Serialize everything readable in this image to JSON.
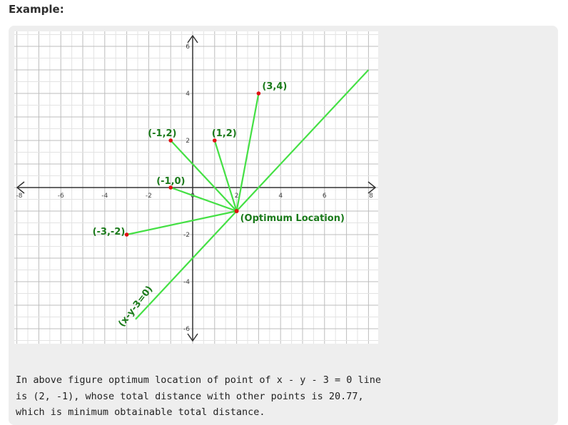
{
  "heading": "Example:",
  "chart_data": {
    "type": "scatter",
    "xlim": [
      -8,
      8
    ],
    "ylim": [
      -6.5,
      6.5
    ],
    "grid": true,
    "x_ticks": [
      "-8",
      "-6",
      "-4",
      "-2",
      "0",
      "2",
      "4",
      "6",
      "8"
    ],
    "y_ticks": [
      "6",
      "4",
      "2",
      "-2",
      "-4",
      "-6"
    ],
    "points": [
      {
        "x": 3,
        "y": 4,
        "label": "(3,4)"
      },
      {
        "x": -1,
        "y": 2,
        "label": "(-1,2)"
      },
      {
        "x": 1,
        "y": 2,
        "label": "(1,2)"
      },
      {
        "x": -1,
        "y": 0,
        "label": "(-1,0)"
      },
      {
        "x": -3,
        "y": -2,
        "label": "(-3,-2)"
      }
    ],
    "optimum": {
      "x": 2,
      "y": -1,
      "label": "(Optimum Location)"
    },
    "line": {
      "label": "(x-y-3=0)",
      "slope": 1,
      "intercept": -3
    },
    "colors": {
      "line": "#44e044",
      "point": "#e01010",
      "label": "#1a7a1a",
      "grid": "#cfcfcf",
      "axis": "#333333"
    }
  },
  "caption": "In above figure optimum location of point of x - y - 3 = 0 line\nis (2, -1), whose total distance with other points is 20.77,\nwhich is minimum obtainable total distance."
}
